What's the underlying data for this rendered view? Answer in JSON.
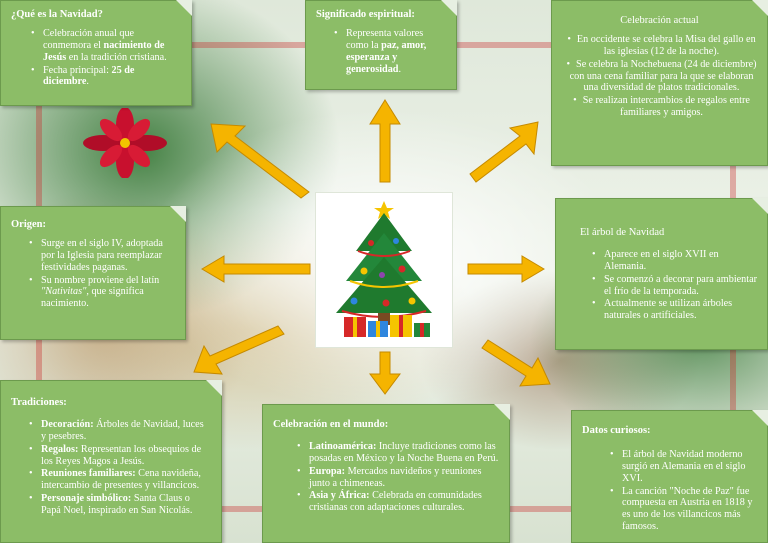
{
  "cards": {
    "que_es": {
      "title": "¿Qué es la Navidad?",
      "items": [
        {
          "pre": "Celebración anual que conmemora el ",
          "bold": "nacimiento de Jesús",
          "post": " en la tradición cristiana."
        },
        {
          "pre": "Fecha principal: ",
          "bold": "25 de diciembre",
          "post": "."
        }
      ]
    },
    "significado": {
      "title": "Significado espiritual:",
      "item": {
        "pre": "Representa valores como la ",
        "bold": "paz, amor, esperanza y generosidad",
        "post": "."
      }
    },
    "celebracion_actual": {
      "title": "Celebración actual",
      "items": [
        "En occidente se celebra la Misa del gallo en las iglesias (12 de la noche).",
        "Se celebra la Nochebuena (24 de diciembre) con una cena familiar para la que se elaboran una diversidad de platos tradicionales.",
        "Se realizan intercambios de regalos entre familiares y amigos."
      ]
    },
    "origen": {
      "title": "Origen:",
      "item1": "Surge en el siglo IV, adoptada por la Iglesia para reemplazar festividades paganas.",
      "item2_pre": "Su nombre proviene del latín ",
      "item2_italic": "\"Nativitas\"",
      "item2_post": ", que significa nacimiento."
    },
    "arbol": {
      "title": "El árbol de Navidad",
      "items": [
        "Aparece en el siglo XVII en Alemania.",
        "Se comenzó a decorar para ambientar el frío de la temporada.",
        "Actualmente se utilizan árboles naturales o artificiales."
      ]
    },
    "tradiciones": {
      "title": "Tradiciones:",
      "items": [
        {
          "bold": "Decoración:",
          "post": " Árboles de Navidad, luces y pesebres."
        },
        {
          "bold": "Regalos:",
          "post": " Representan los obsequios de los Reyes Magos a Jesús."
        },
        {
          "bold": "Reuniones familiares:",
          "post": " Cena navideña, intercambio de presentes y villancicos."
        },
        {
          "bold": "Personaje simbólico:",
          "post": " Santa Claus o Papá Noel, inspirado en San Nicolás."
        }
      ]
    },
    "mundo": {
      "title": "Celebración en el mundo:",
      "items": [
        {
          "bold": "Latinoamérica:",
          "post": " Incluye tradiciones como las posadas en México y la Noche Buena en Perú."
        },
        {
          "bold": "Europa:",
          "post": " Mercados navideños y reuniones junto a chimeneas."
        },
        {
          "bold": "Asia y África:",
          "post": " Celebrada en comunidades cristianas con adaptaciones culturales."
        }
      ]
    },
    "datos": {
      "title": "Datos curiosos:",
      "items": [
        "El árbol de Navidad moderno surgió en Alemania en el siglo XVI.",
        "La canción \"Noche de Paz\" fue compuesta en Austria en 1818 y es uno de los villancicos más famosos."
      ]
    }
  },
  "colors": {
    "card_bg": "#8cbd67",
    "arrow": "#f5b400",
    "arrow_outline": "#c58a00"
  },
  "icons": [
    "christmas-tree-icon",
    "poinsettia-icon",
    "arrow-icon"
  ]
}
